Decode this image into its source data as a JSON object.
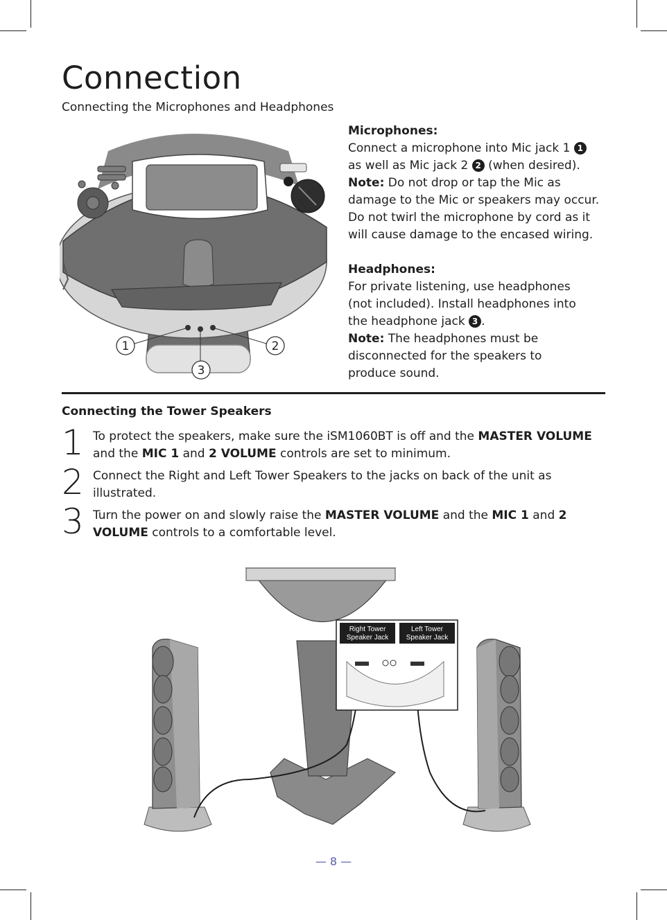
{
  "page": {
    "title": "Connection",
    "subtitle": "Connecting the Microphones and Headphones",
    "page_number": "— 8 —"
  },
  "microphones": {
    "heading": "Microphones:",
    "text_a": "Connect a microphone into Mic jack 1 ",
    "badge_1": "1",
    "text_b": "as well as Mic jack 2 ",
    "badge_2": "2",
    "text_c": " (when desired).",
    "note_label": "Note:",
    "note_text": " Do not drop or tap the Mic as damage to the Mic or speakers may occur. Do not twirl the microphone by cord as it will cause damage to the encased wiring."
  },
  "headphones": {
    "heading": "Headphones:",
    "text_a": "For private listening, use headphones (not included). Install headphones into the headphone jack ",
    "badge_3": "3",
    "text_b": ".",
    "note_label": "Note:",
    "note_text": " The headphones must be disconnected for the speakers to produce sound."
  },
  "diagram_top": {
    "callout_1": "1",
    "callout_2": "2",
    "callout_3": "3"
  },
  "tower": {
    "heading": "Connecting the Tower Speakers",
    "steps": [
      {
        "num": "1",
        "t1": "To protect the speakers, make sure the iSM1060BT is off and the ",
        "b1": "MASTER VOLUME",
        "t2": " and the ",
        "b2": "MIC 1",
        "t3": " and ",
        "b3": "2 VOLUME",
        "t4": " controls are set to minimum."
      },
      {
        "num": "2",
        "t1": "Connect the Right and Left Tower Speakers to the jacks on back of the unit as illustrated."
      },
      {
        "num": "3",
        "t1": "Turn the power on and slowly raise the ",
        "b1": "MASTER VOLUME",
        "t2": " and the ",
        "b2": "MIC 1",
        "t3": " and ",
        "b3": "2 VOLUME",
        "t4": " controls to a comfortable level."
      }
    ]
  },
  "diagram_bottom": {
    "right_jack_line1": "Right Tower",
    "right_jack_line2": "Speaker Jack",
    "left_jack_line1": "Left Tower",
    "left_jack_line2": "Speaker Jack"
  }
}
